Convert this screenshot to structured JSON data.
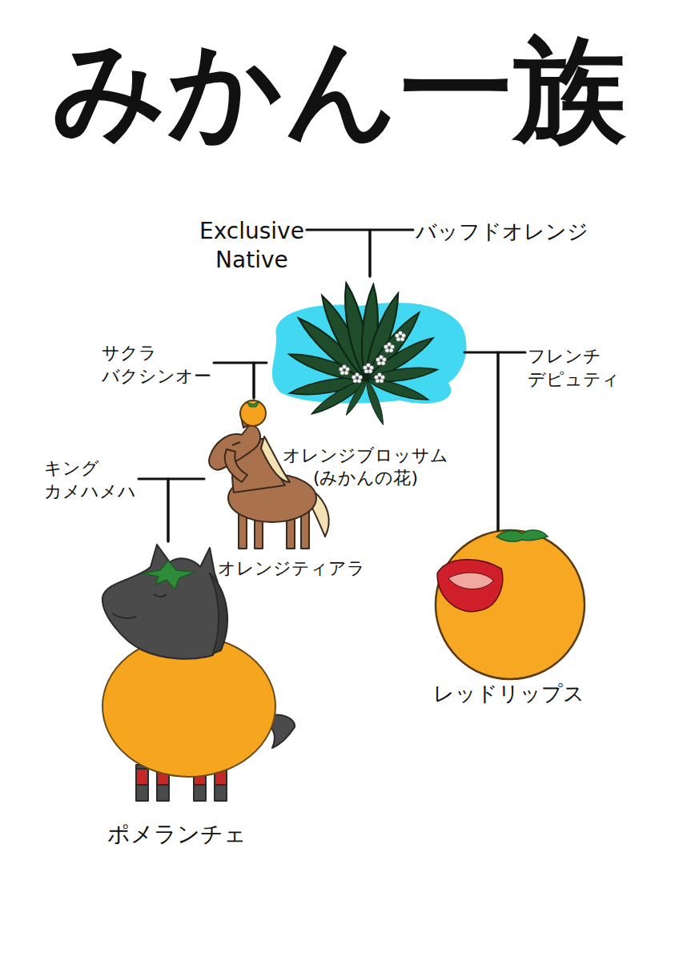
{
  "diagram": {
    "title": "みかん一族",
    "nodes": [
      {
        "text": [
          "Exclusive Native"
        ]
      },
      {
        "text": [
          "バッフドオレンジ"
        ]
      },
      {
        "text": [
          "サクラ バクシンオー"
        ]
      },
      {
        "text": [
          "オレンジブロッサム",
          "(みかんの花)"
        ]
      },
      {
        "text": [
          "フレンチ デピュティ"
        ]
      },
      {
        "text": [
          "キング カメハメハ"
        ]
      },
      {
        "text": [
          "オレンジティアラ"
        ]
      },
      {
        "text": [
          "レッドリップス"
        ]
      },
      {
        "text": [
          "ポメランチェ"
        ]
      }
    ],
    "edges": [
      {
        "from": 0,
        "to": 3,
        "arrow": "none"
      },
      {
        "from": 1,
        "to": 3,
        "arrow": "none"
      },
      {
        "from": 2,
        "to": 6,
        "arrow": "none"
      },
      {
        "from": 3,
        "to": 6,
        "arrow": "none"
      },
      {
        "from": 3,
        "to": 7,
        "arrow": "none"
      },
      {
        "from": 4,
        "to": 7,
        "arrow": "none"
      },
      {
        "from": 5,
        "to": 8,
        "arrow": "none"
      },
      {
        "from": 6,
        "to": 8,
        "arrow": "none"
      }
    ]
  }
}
